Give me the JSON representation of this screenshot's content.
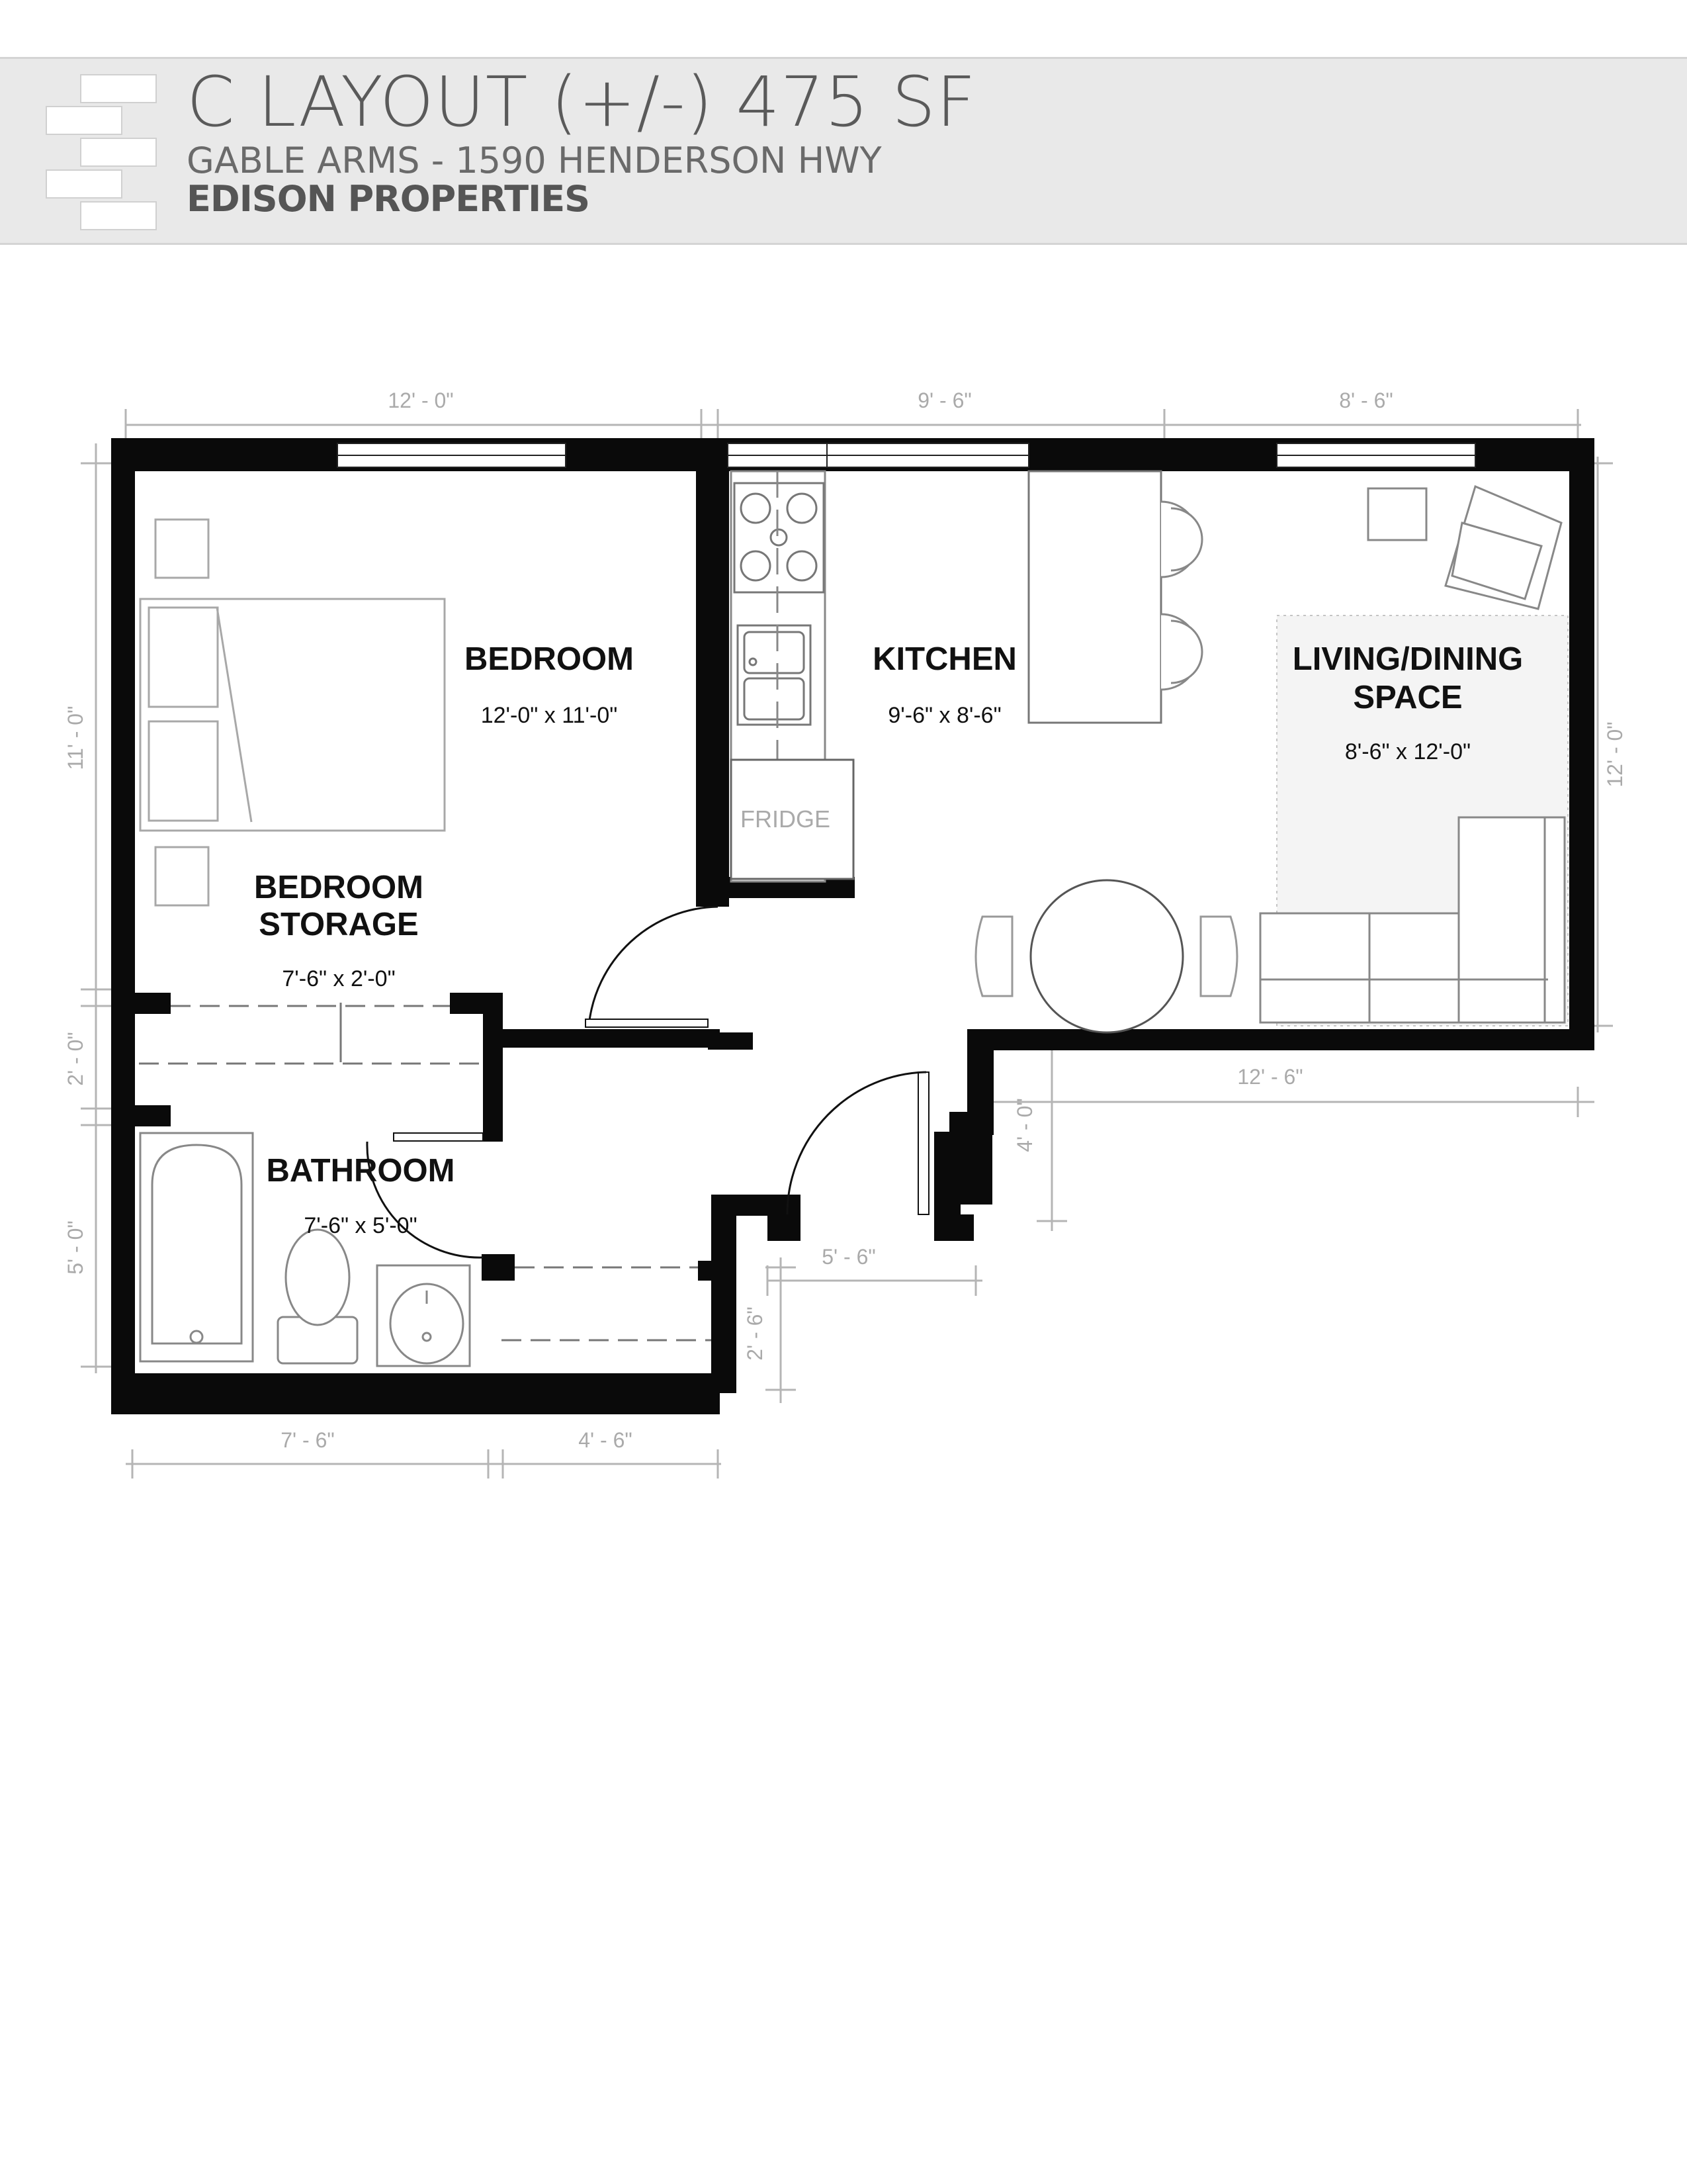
{
  "header": {
    "title": "C LAYOUT (+/-) 475 SF",
    "subtitle": "GABLE ARMS - 1590 HENDERSON HWY",
    "company": "EDISON PROPERTIES"
  },
  "rooms": {
    "bedroom": {
      "name": "BEDROOM",
      "size": "12'-0\" x 11'-0\""
    },
    "kitchen": {
      "name": "KITCHEN",
      "size": "9'-6\" x 8'-6\""
    },
    "living": {
      "name_line1": "LIVING/DINING",
      "name_line2": "SPACE",
      "size": "8'-6\" x 12'-0\""
    },
    "storage": {
      "name_line1": "BEDROOM",
      "name_line2": "STORAGE",
      "size": "7'-6\" x 2'-0\""
    },
    "bathroom": {
      "name": "BATHROOM",
      "size": "7'-6\" x 5'-0\""
    }
  },
  "fixtures": {
    "fridge": "FRIDGE"
  },
  "dimensions": {
    "top_bedroom": "12' - 0\"",
    "top_kitchen": "9' - 6\"",
    "top_living": "8' - 6\"",
    "left_bedroom": "11' - 0\"",
    "left_storage": "2' - 0\"",
    "left_bathroom": "5' - 0\"",
    "right_living": "12' - 0\"",
    "bottom_living": "12' - 6\"",
    "entry_depth": "4' - 0\"",
    "entry_width": "5' - 6\"",
    "hall_closet_depth": "2' - 6\"",
    "bottom_bathroom": "7' - 6\"",
    "bottom_closet": "4' - 6\""
  }
}
